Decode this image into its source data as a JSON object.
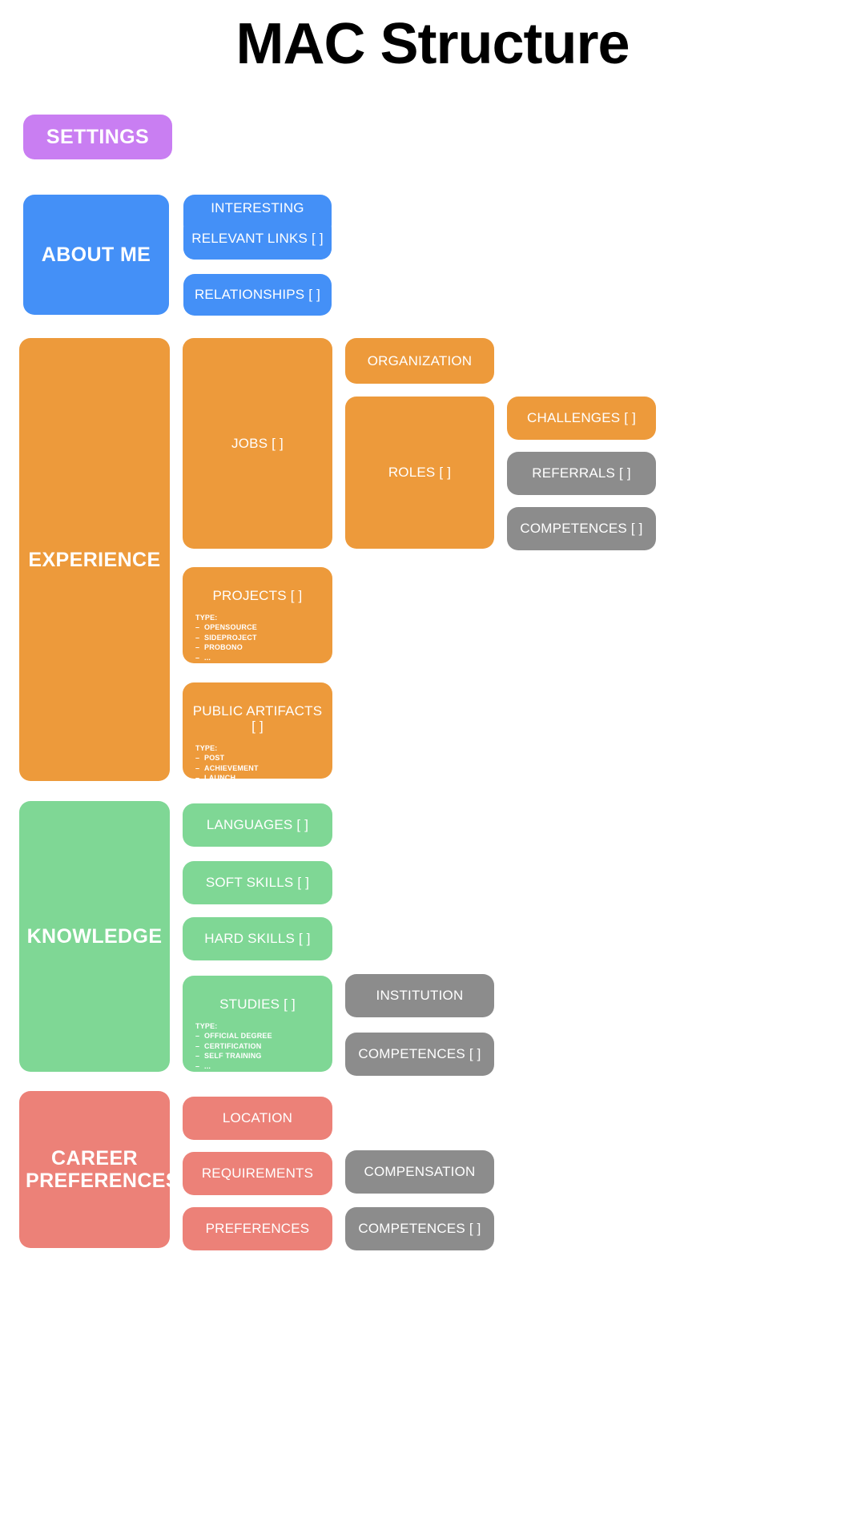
{
  "page": {
    "title": "MAC Structure"
  },
  "colors": {
    "settings": "#c97ef2",
    "about": "#4490f7",
    "experience": "#ed9a3b",
    "knowledge": "#7fd795",
    "career": "#ec8178",
    "gray": "#8c8c8c",
    "title_text": "#000000",
    "block_text": "#ffffff",
    "background": "#ffffff"
  },
  "blocks": {
    "settings": {
      "label": "SETTINGS"
    },
    "about_me": {
      "label": "ABOUT ME"
    },
    "interesting_facts": {
      "label": "INTERESTING FACTS [ ]"
    },
    "relevant_links": {
      "label": "RELEVANT LINKS [ ]"
    },
    "relationships": {
      "label": "RELATIONSHIPS [ ]"
    },
    "experience": {
      "label": "EXPERIENCE"
    },
    "jobs": {
      "label": "JOBS [ ]"
    },
    "organization": {
      "label": "ORGANIZATION"
    },
    "roles": {
      "label": "ROLES [ ]"
    },
    "challenges": {
      "label": "CHALLENGES [ ]"
    },
    "referrals": {
      "label": "REFERRALS [ ]"
    },
    "competences_experience": {
      "label": "COMPETENCES [ ]"
    },
    "projects": {
      "label": "PROJECTS [ ]",
      "type_heading": "TYPE:",
      "types": [
        "OPENSOURCE",
        "SIDEPROJECT",
        "PROBONO",
        "..."
      ]
    },
    "public_artifacts": {
      "label": "PUBLIC ARTIFACTS [ ]",
      "type_heading": "TYPE:",
      "types": [
        "POST",
        "ACHIEVEMENT",
        "LAUNCH",
        "..."
      ]
    },
    "knowledge": {
      "label": "KNOWLEDGE"
    },
    "languages": {
      "label": "LANGUAGES [ ]"
    },
    "soft_skills": {
      "label": "SOFT SKILLS [ ]"
    },
    "hard_skills": {
      "label": "HARD SKILLS [ ]"
    },
    "studies": {
      "label": "STUDIES [ ]",
      "type_heading": "TYPE:",
      "types": [
        "OFFICIAL DEGREE",
        "CERTIFICATION",
        "SELF TRAINING",
        "..."
      ]
    },
    "institution": {
      "label": "INSTITUTION"
    },
    "competences_knowledge": {
      "label": "COMPETENCES [ ]"
    },
    "career_preferences": {
      "label": "CAREER PREFERENCES"
    },
    "location": {
      "label": "LOCATION"
    },
    "requirements": {
      "label": "REQUIREMENTS"
    },
    "preferences": {
      "label": "PREFERENCES"
    },
    "compensation": {
      "label": "COMPENSATION"
    },
    "competences_career": {
      "label": "COMPETENCES [ ]"
    }
  }
}
